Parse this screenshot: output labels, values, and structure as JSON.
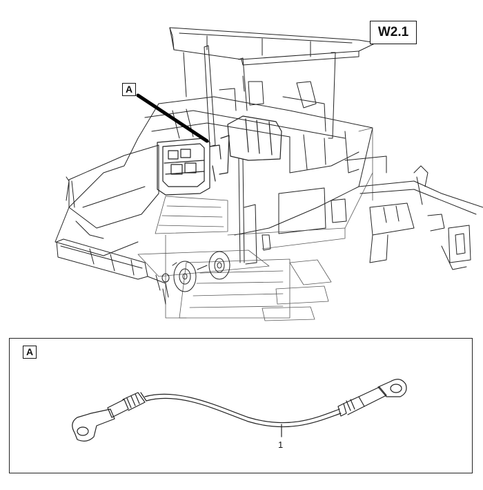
{
  "diagram": {
    "page_code": "W2.1",
    "view_callout": "A",
    "detail_callout": "A",
    "part_number": "1"
  },
  "colors": {
    "line": "#222222",
    "background": "#ffffff"
  }
}
